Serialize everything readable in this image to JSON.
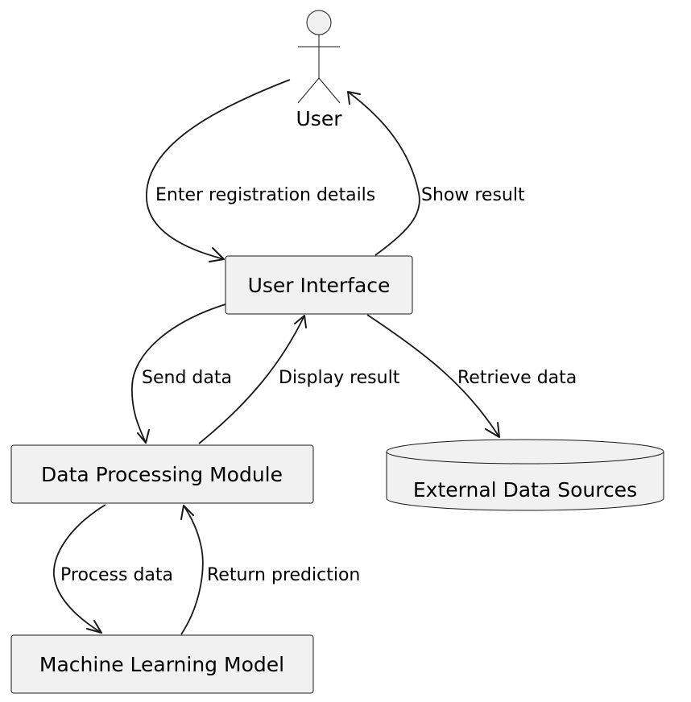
{
  "nodes": {
    "user": "User",
    "ui": "User Interface",
    "dpm": "Data Processing Module",
    "mlm": "Machine Learning Model",
    "eds": "External Data Sources"
  },
  "edges": {
    "user_to_ui": "Enter registration details",
    "ui_to_user": "Show result",
    "ui_to_dpm": "Send data",
    "dpm_to_ui": "Display result",
    "ui_to_eds": "Retrieve data",
    "dpm_to_mlm": "Process data",
    "mlm_to_dpm": "Return prediction"
  },
  "colors": {
    "node_fill": "#f1f1f1",
    "stroke": "#181818",
    "background": "#ffffff"
  }
}
